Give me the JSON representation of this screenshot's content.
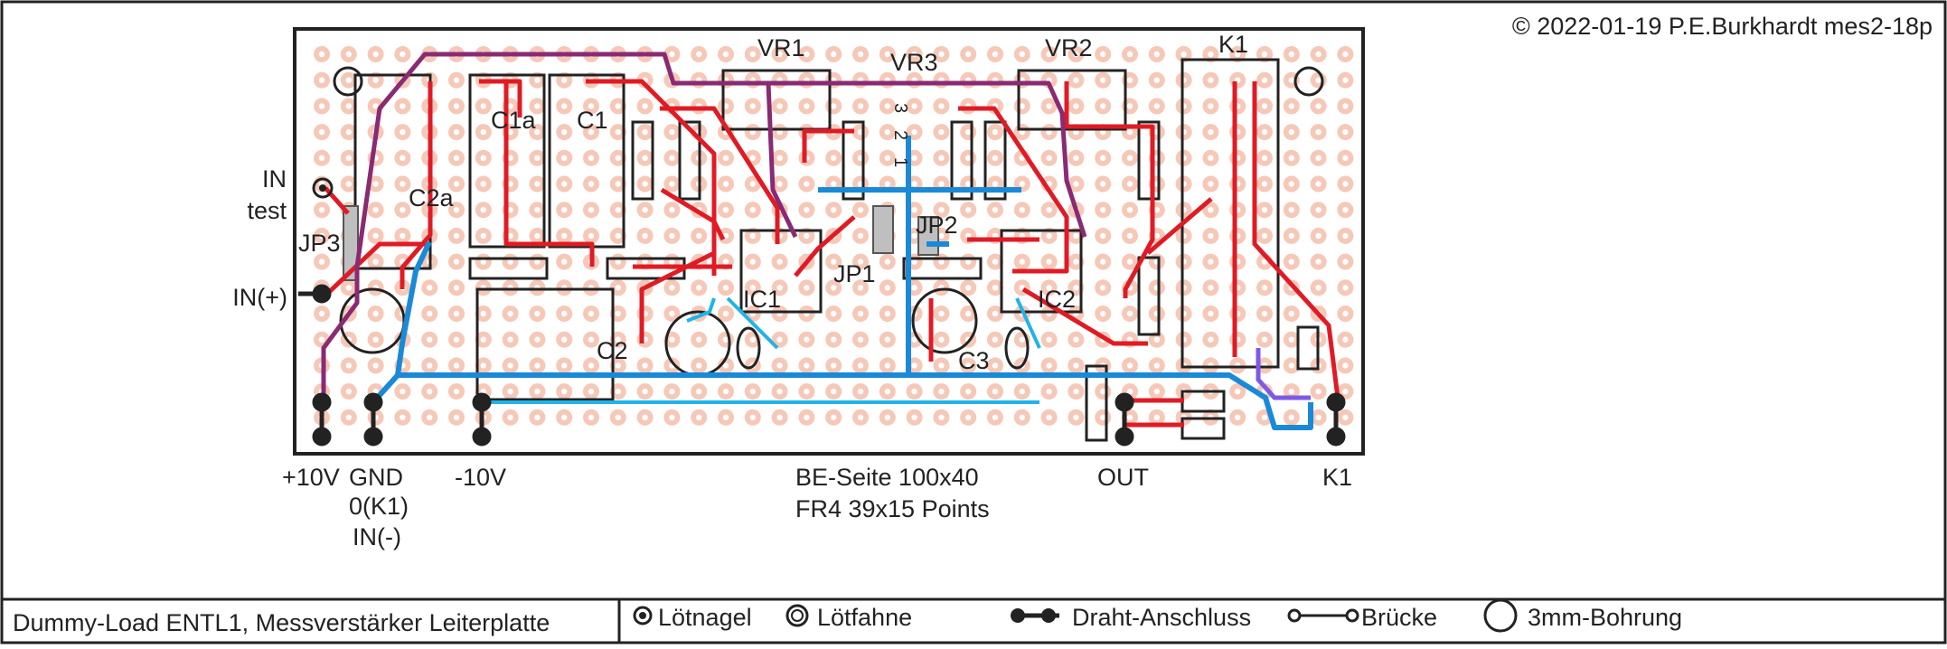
{
  "copyright": "© 2022-01-19 P.E.Burkhardt mes2-18p",
  "title_box": "Dummy-Load ENTL1, Messverstärker Leiterplatte",
  "board": {
    "note_line1": "BE-Seite 100x40",
    "note_line2": "FR4 39x15 Points"
  },
  "components": {
    "vr1": "VR1",
    "vr2": "VR2",
    "vr3": "VR3",
    "k1": "K1",
    "c1a": "C1a",
    "c1": "C1",
    "c2a": "C2a",
    "c2": "C2",
    "c3": "C3",
    "ic1": "IC1",
    "ic2": "IC2",
    "jp1": "JP1",
    "jp2": "JP2",
    "jp3": "JP3",
    "vr3_pins": [
      "3",
      "2",
      "1"
    ]
  },
  "terminals": {
    "in_test_1": "IN",
    "in_test_2": "test",
    "in_plus": "IN(+)",
    "plus10v": "+10V",
    "gnd": "GND",
    "gnd_2": "0(K1)",
    "gnd_3": "IN(-)",
    "minus10v": "-10V",
    "out": "OUT",
    "k1": "K1"
  },
  "legend": {
    "loetnagel": "Lötnagel",
    "loetfahne": "Lötfahne",
    "draht": "Draht-Anschluss",
    "bruecke": "Brücke",
    "bohrung": "3mm-Bohrung"
  },
  "colors": {
    "trace_red": "#e01b24",
    "trace_blue": "#1a8ad8",
    "trace_lightblue": "#20b4e8",
    "trace_purple": "#8a2a73",
    "trace_violet": "#7d5ae6",
    "pad": "#f6c8b8",
    "outline": "#222222"
  }
}
